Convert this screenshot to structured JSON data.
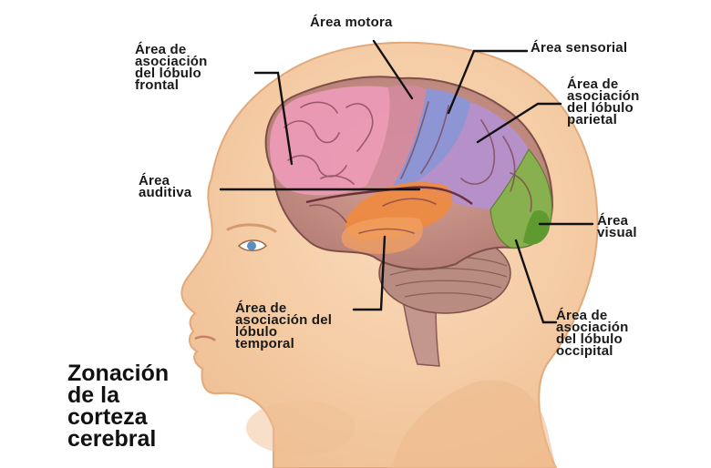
{
  "title": "Zonación\nde la\ncorteza\ncerebral",
  "labels": {
    "motor": "Área motora",
    "sensory": "Área sensorial",
    "frontal_assoc": "Área de\nasociación\ndel lóbulo\nfrontal",
    "parietal_assoc": "Área de\nasociación\ndel lóbulo\nparietal",
    "auditory": "Área\nauditiva",
    "visual": "Área\nvisual",
    "temporal_assoc": "Área de\nasociación del\nlóbulo\ntemporal",
    "occipital_assoc": "Área de\nasociación\ndel lóbulo\noccipital"
  },
  "colors": {
    "skin": "#f6cfa8",
    "skin_shadow": "#eab78c",
    "brain_pink": "#ec9ab6",
    "brain_base": "#c98f86",
    "motor_blue": "#8e95d4",
    "parietal_purple": "#b690c8",
    "visual_green": "#88b04e",
    "auditory_orange": "#f08a3c",
    "cerebellum": "#b98c82",
    "lines": "#111111"
  }
}
